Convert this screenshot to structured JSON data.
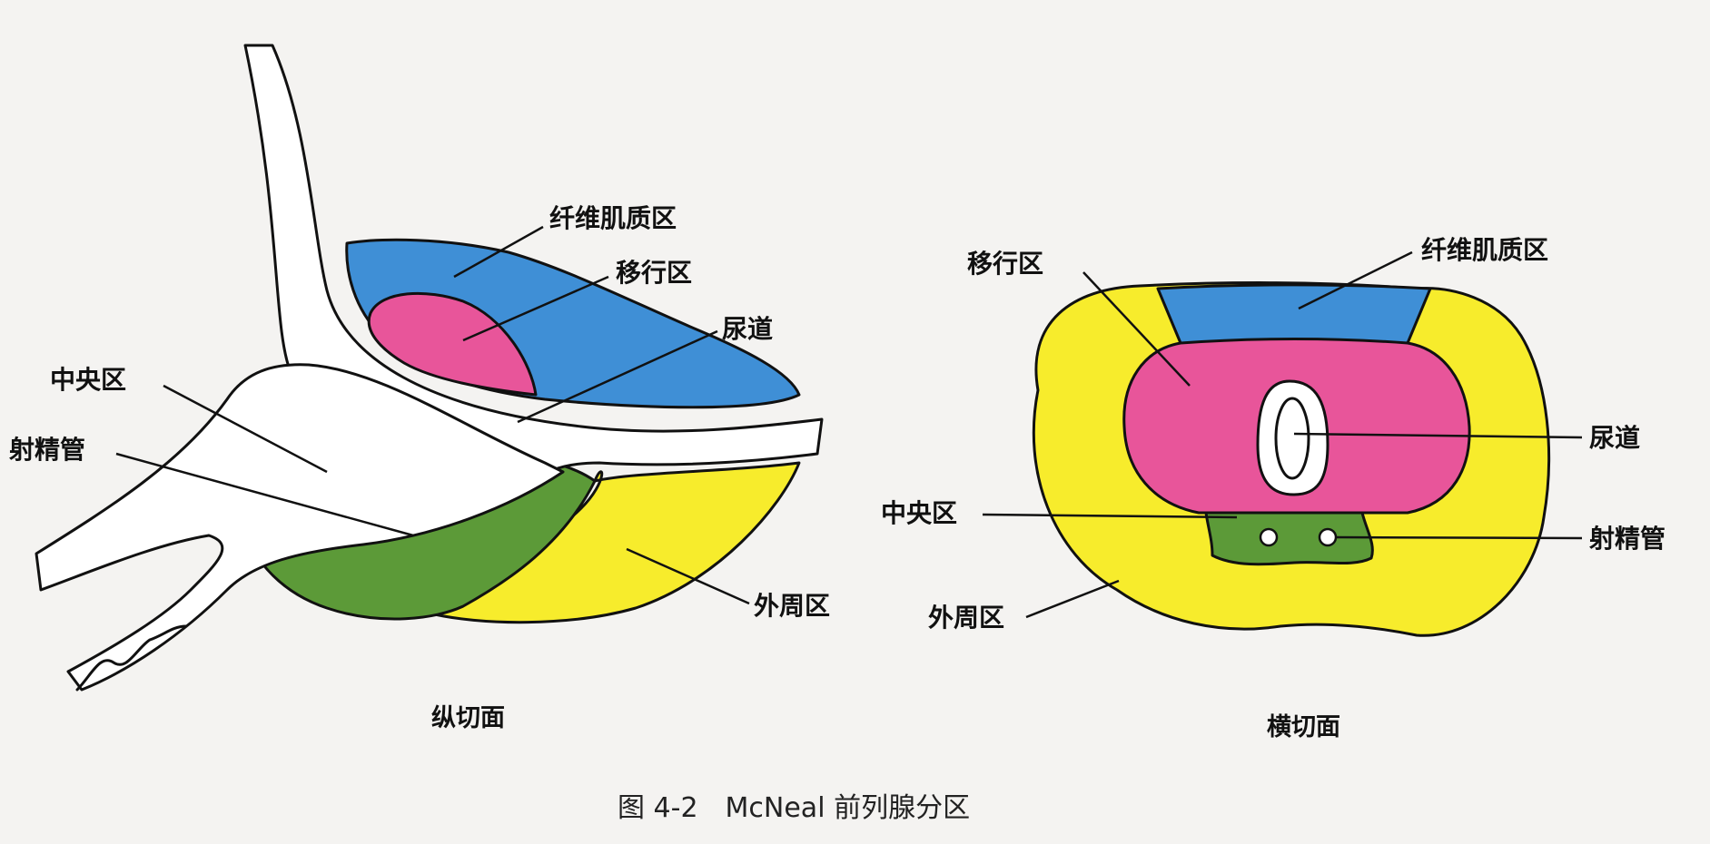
{
  "colors": {
    "fibromuscular": "#3f8fd6",
    "transition": "#e8559a",
    "central": "#5c9a38",
    "peripheral": "#f7ec2c",
    "urethra": "#ffffff",
    "background": "#f4f3f1"
  },
  "longitudinal": {
    "title": "纵切面",
    "labels": {
      "fibromuscular": "纤维肌质区",
      "transition": "移行区",
      "urethra": "尿道",
      "central": "中央区",
      "ejaculatory_duct": "射精管",
      "peripheral": "外周区"
    }
  },
  "transverse": {
    "title": "横切面",
    "labels": {
      "transition": "移行区",
      "fibromuscular": "纤维肌质区",
      "urethra": "尿道",
      "central": "中央区",
      "ejaculatory_duct": "射精管",
      "peripheral": "外周区"
    }
  },
  "caption": "图 4-2　McNeal 前列腺分区"
}
